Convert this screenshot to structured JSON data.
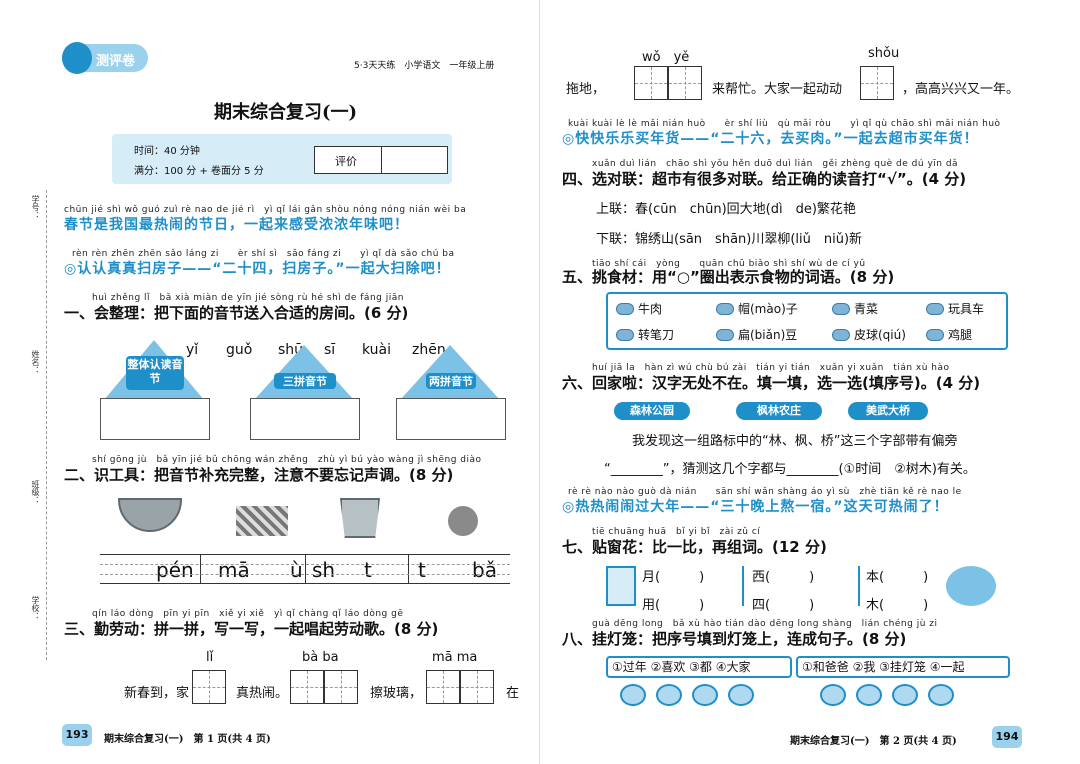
{
  "left": {
    "badge": "测评卷",
    "series": "5·3天天练　小学语文　一年级上册",
    "title": "期末综合复习(一)",
    "info": {
      "time": "时间：40 分钟",
      "score": "满分：100 分 + 卷面分 5 分",
      "eval": "评价"
    },
    "side_labels": [
      "学号：",
      "姓名：",
      "班级：",
      "学校："
    ],
    "intro1_py": "chūn jié shì wǒ guó zuì rè nao de jié rì　yì qǐ lái gǎn shòu nóng nóng nián wèi ba",
    "intro1": "春节是我国最热闹的节日，一起来感受浓浓年味吧！",
    "intro2_py": "rèn rèn zhēn zhēn sǎo láng zi　　èr shí sì　sǎo fáng zi　　yì qǐ dà sǎo chú ba",
    "intro2": "◎认认真真扫房子——“二十四，扫房子。”一起大扫除吧！",
    "q1_py": "huì zhěng lǐ　bǎ xià miàn de yīn jié sòng rù hé shì de fáng jiān",
    "q1": "一、会整理：把下面的音节送入合适的房间。(6 分)",
    "q1_syllables": [
      "yǐ",
      "guǒ",
      "shū",
      "sī",
      "kuài",
      "zhēn"
    ],
    "q1_houses": [
      "整体认读音节",
      "三拼音节",
      "两拼音节"
    ],
    "q2_py": "shí gōng jù　bǎ yīn jié bǔ chōng wán zhěng　zhù yì bú yào wàng jì shēng diào",
    "q2": "二、识工具：把音节补充完整，注意不要忘记声调。(8 分)",
    "q2_cells": [
      "pén",
      "mā",
      "ù",
      "sh",
      "t",
      "t",
      "bǎ"
    ],
    "q3_py": "qín láo dòng　pīn yi pīn　xiě yi xiě　yì qǐ chàng qǐ láo dòng gē",
    "q3": "三、勤劳动：拼一拼，写一写，一起唱起劳动歌。(8 分)",
    "q3_pys": [
      "lǐ",
      "bà ba",
      "mā ma"
    ],
    "q3_text": [
      "新春到，家",
      "真热闹。",
      "擦玻璃，",
      "在"
    ],
    "footer": "期末综合复习(一)　第 1 页(共 4 页)",
    "page_num": "193"
  },
  "right": {
    "top_pys": [
      "wǒ　yě",
      "shǒu"
    ],
    "line1": [
      "拖地，",
      "来帮忙。大家一起动动",
      "，高高兴兴又一年。"
    ],
    "intro3_py": "kuài kuài lè lè mǎi nián huò　　èr shí liù　qù mǎi ròu　　yì qǐ qù chāo shì mǎi nián huò",
    "intro3": "◎快快乐乐买年货——“二十六，去买肉。”一起去超市买年货！",
    "q4_py": "xuǎn duì lián　chāo shì yǒu hěn duō duì lián　gěi zhèng què de dú yīn dǎ",
    "q4": "四、选对联：超市有很多对联。给正确的读音打“√”。(4 分)",
    "q4_up": "上联：春(cūn　chūn)回大地(dì　de)繁花艳",
    "q4_down": "下联：锦绣山(sān　shān)川翠柳(liǔ　niǔ)新",
    "q5_py": "tiāo shí cái　yòng　　quān chū biǎo shì shí wù de cí yǔ",
    "q5": "五、挑食材：用“○”圈出表示食物的词语。(8 分)",
    "foods": [
      "牛肉",
      "帽(mào)子",
      "青菜",
      "玩具车",
      "转笔刀",
      "扁(biǎn)豆",
      "皮球(qiú)",
      "鸡腿"
    ],
    "q6_py": "huí jiā la　hàn zì wú chù bú zài　tián yi tián　xuǎn yi xuǎn　tián xù hào",
    "q6": "六、回家啦：汉字无处不在。填一填，选一选(填序号)。(4 分)",
    "q6_signs": [
      "森林公园",
      "枫林农庄",
      "美武大桥"
    ],
    "q6_text1": "我发现这一组路标中的“林、枫、桥”这三个字部带有偏旁",
    "q6_text2": "“________”，猜测这几个字都与________(①时间　②树木)有关。",
    "intro4_py": "rè rè nào nào guò dà nián　　sān shí wǎn shàng áo yì sù　zhè tiān kě rè nao le",
    "intro4": "◎热热闹闹过大年——“三十晚上熬一宿。”这天可热闹了！",
    "q7_py": "tiē chuāng huā　bǐ yi bǐ　zài zǔ cí",
    "q7": "七、贴窗花：比一比，再组词。(12 分)",
    "q7_items": [
      "月(　　　)",
      "西(　　　)",
      "本(　　　)",
      "用(　　　)",
      "四(　　　)",
      "木(　　　)"
    ],
    "q8_py": "guà dēng long　bǎ xù hào tián dào dēng long shàng　lián chéng jù zi",
    "q8": "八、挂灯笼：把序号填到灯笼上，连成句子。(8 分)",
    "q8_seq1": "①过年 ②喜欢 ③都 ④大家",
    "q8_seq2": "①和爸爸 ②我 ③挂灯笼 ④一起",
    "footer": "期末综合复习(一)　第 2 页(共 4 页)",
    "page_num": "194"
  },
  "colors": {
    "accent": "#1f8fc9",
    "house_blue": "#7cc2e6",
    "mist": "#d6ecf6"
  }
}
